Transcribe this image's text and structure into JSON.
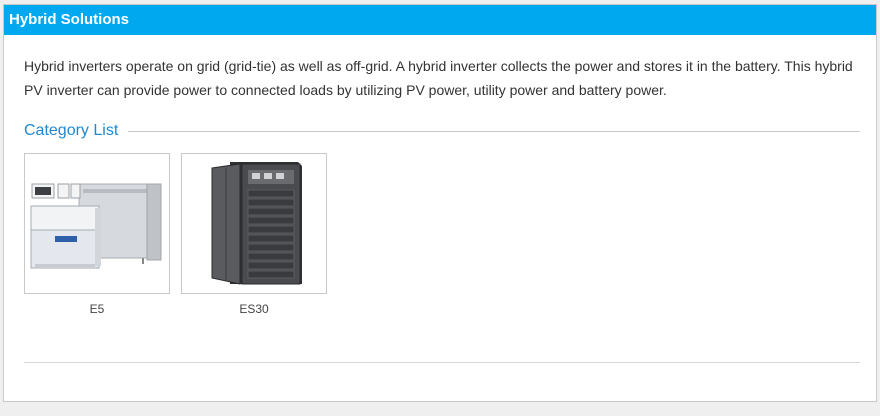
{
  "panel": {
    "title": "Hybrid Solutions",
    "intro": "Hybrid inverters operate on grid (grid-tie) as well as off-grid. A hybrid inverter collects the power and stores it in the battery. This hybrid PV inverter can provide power to connected loads by utilizing PV power, utility power and battery power."
  },
  "category": {
    "title": "Category List",
    "products": [
      {
        "name": "E5"
      },
      {
        "name": "ES30"
      }
    ]
  },
  "colors": {
    "header_bg": "#00a8f0",
    "section_title": "#1e88d0"
  }
}
